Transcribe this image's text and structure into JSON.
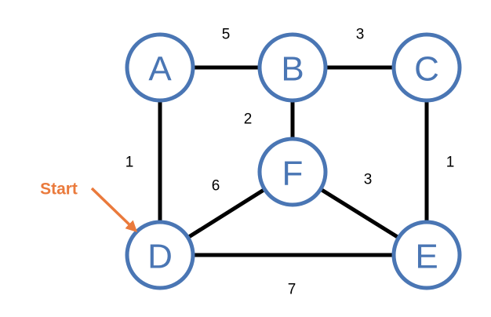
{
  "graph": {
    "nodes": [
      {
        "id": "A",
        "label": "A"
      },
      {
        "id": "B",
        "label": "B"
      },
      {
        "id": "C",
        "label": "C"
      },
      {
        "id": "D",
        "label": "D"
      },
      {
        "id": "E",
        "label": "E"
      },
      {
        "id": "F",
        "label": "F"
      }
    ],
    "edges": [
      {
        "from": "A",
        "to": "B",
        "weight": "5"
      },
      {
        "from": "B",
        "to": "C",
        "weight": "3"
      },
      {
        "from": "A",
        "to": "D",
        "weight": "1"
      },
      {
        "from": "B",
        "to": "F",
        "weight": "2"
      },
      {
        "from": "C",
        "to": "E",
        "weight": "1"
      },
      {
        "from": "D",
        "to": "F",
        "weight": "6"
      },
      {
        "from": "F",
        "to": "E",
        "weight": "3"
      },
      {
        "from": "D",
        "to": "E",
        "weight": "7"
      }
    ],
    "start": {
      "label": "Start",
      "node": "D"
    }
  },
  "colors": {
    "node_stroke": "#4a76b4",
    "node_text": "#4a76b4",
    "edge": "#000000",
    "start": "#ea7a3c"
  }
}
